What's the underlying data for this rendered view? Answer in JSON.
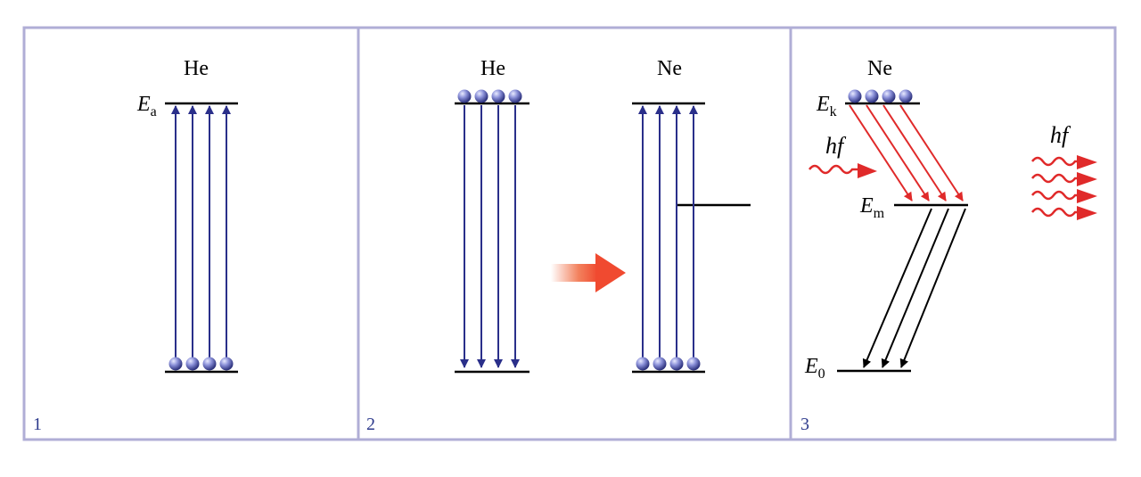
{
  "panels": [
    {
      "number": "1",
      "atom": "He",
      "upper_level": {
        "symbol": "E",
        "subscript": "a"
      }
    },
    {
      "number": "2",
      "atom_left": "He",
      "atom_right": "Ne"
    },
    {
      "number": "3",
      "atom": "Ne",
      "levels": [
        {
          "symbol": "E",
          "subscript": "k"
        },
        {
          "symbol": "E",
          "subscript": "m"
        },
        {
          "symbol": "E",
          "subscript": "0"
        }
      ],
      "photon_in": "hf",
      "photon_out": "hf"
    }
  ],
  "colors": {
    "frame": "#b0aed6",
    "level_line": "#000000",
    "pump_arrow": "#2a2f8a",
    "stimulated_arrow": "#e02a2a",
    "decay_arrow": "#000000",
    "photon": "#e02a2a",
    "transfer_arrow": "#f0603c",
    "electron": "#6a72c8",
    "panel_number": "#2d3a8c"
  },
  "icons": {
    "electron": "electron-sphere-icon",
    "photon": "wavy-photon-arrow-icon",
    "transfer": "energy-transfer-arrow-icon"
  }
}
